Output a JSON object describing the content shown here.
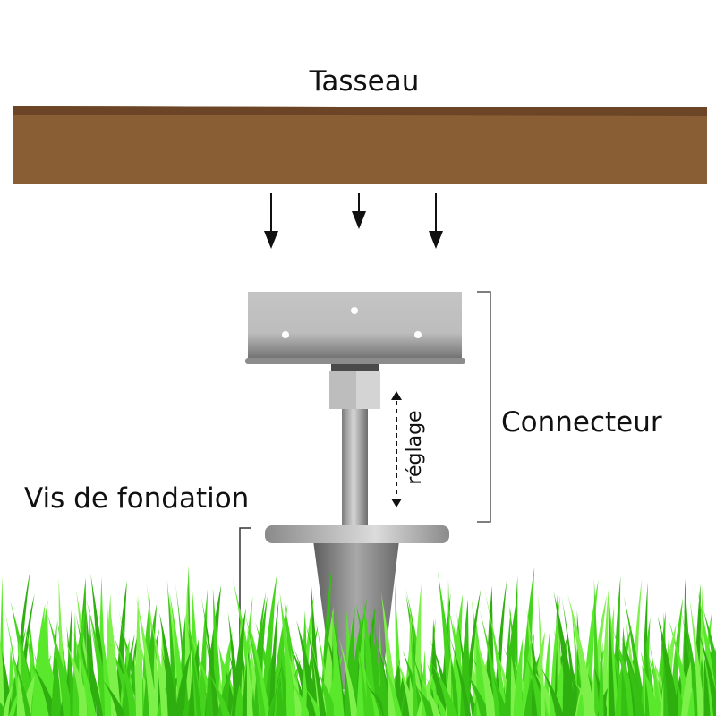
{
  "labels": {
    "beam": "Tasseau",
    "connector": "Connecteur",
    "screw": "Vis de fondation",
    "adjustment": "réglage"
  },
  "colors": {
    "wood": "#8a5e34",
    "wood_top": "#6b4526",
    "metal_light": "#d0d0d0",
    "metal_dark": "#7a7a7a",
    "grass": "#3fcf1a"
  }
}
